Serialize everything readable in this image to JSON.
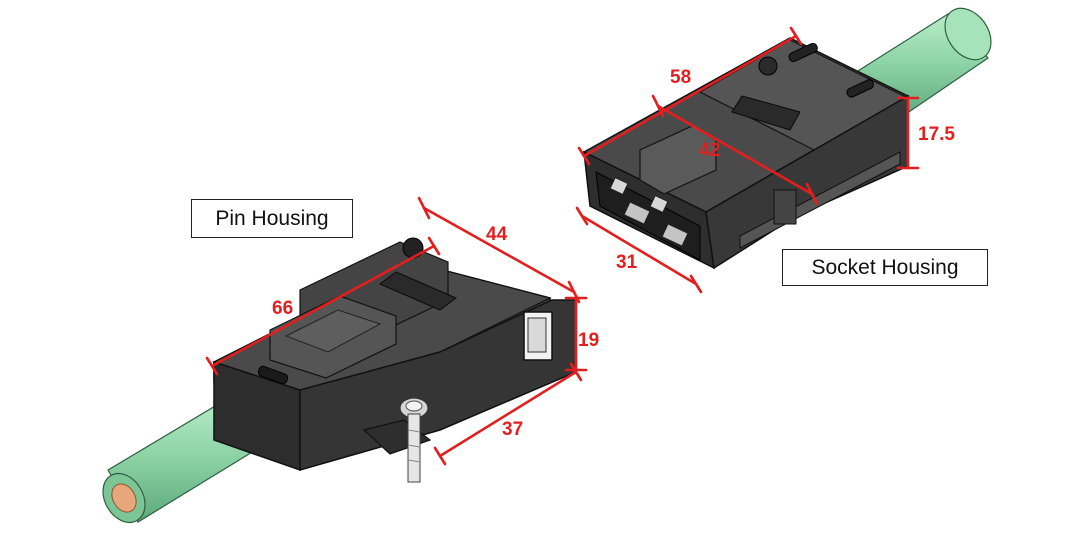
{
  "labels": {
    "pin_housing": "Pin Housing",
    "socket_housing": "Socket Housing"
  },
  "pin_dimensions": {
    "length": "66",
    "width": "44",
    "height": "19",
    "base_length": "37"
  },
  "socket_dimensions": {
    "length": "58",
    "inner_length": "42",
    "height": "17.5",
    "width": "31"
  },
  "colors": {
    "dimension": "#e41e1e",
    "housing": "#3a3a3a",
    "cable": "#8fd5a8",
    "conductor": "#e8a67a"
  }
}
